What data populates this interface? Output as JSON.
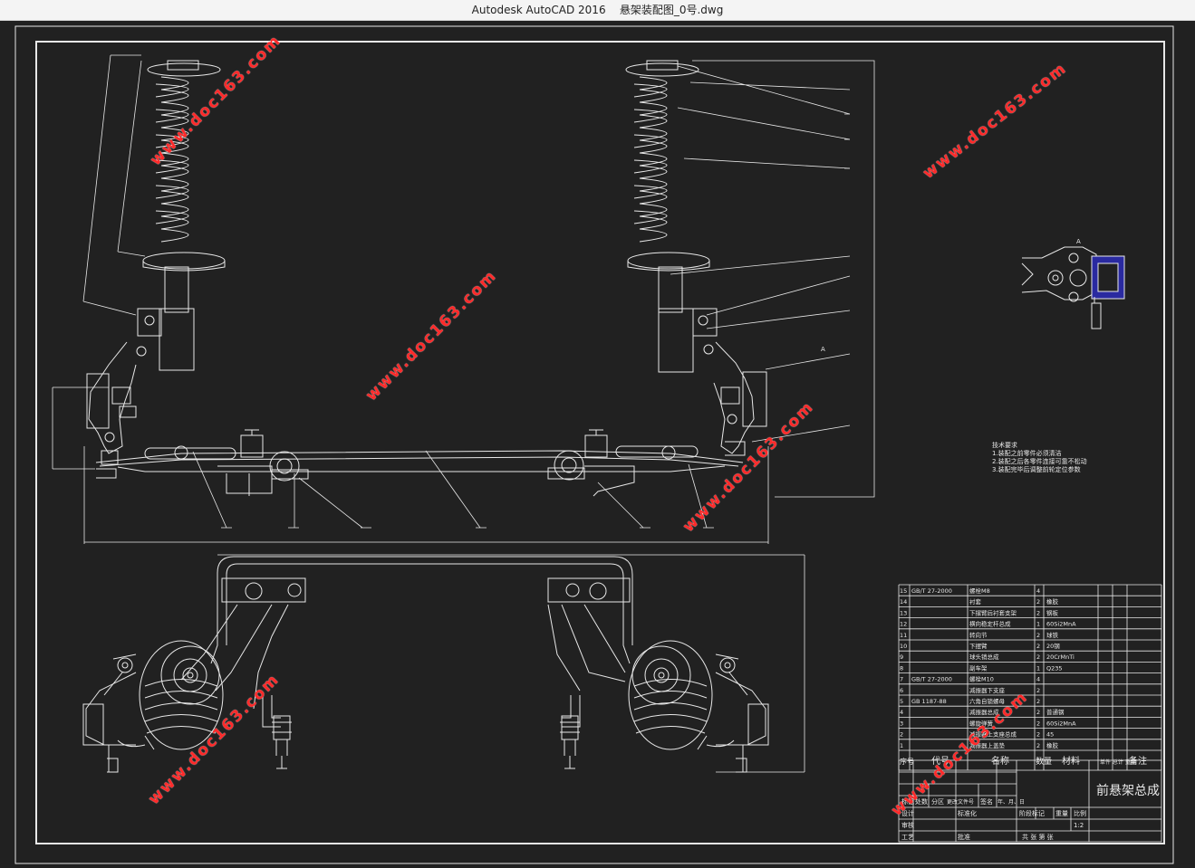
{
  "window": {
    "app": "Autodesk AutoCAD 2016",
    "file": "悬架装配图_0号.dwg"
  },
  "watermark": "www.doc163.com",
  "drawing": {
    "title": "前悬架总成",
    "scale": "1:2",
    "view_label": "A",
    "header": {
      "no": "序号",
      "code": "代号",
      "name": "名称",
      "qty": "数量",
      "material": "材料",
      "weight": "单件 总计 重量",
      "remark": "备注"
    },
    "bom": [
      {
        "no": "15",
        "code": "GB/T 27-2000",
        "name": "螺栓M8",
        "qty": "4",
        "material": ""
      },
      {
        "no": "14",
        "code": "",
        "name": "衬套",
        "qty": "2",
        "material": "橡胶"
      },
      {
        "no": "13",
        "code": "",
        "name": "下摆臂后衬套支架",
        "qty": "2",
        "material": "钢板"
      },
      {
        "no": "12",
        "code": "",
        "name": "横向稳定杆总成",
        "qty": "1",
        "material": "60Si2MnA"
      },
      {
        "no": "11",
        "code": "",
        "name": "转向节",
        "qty": "2",
        "material": "球铁"
      },
      {
        "no": "10",
        "code": "",
        "name": "下摆臂",
        "qty": "2",
        "material": "20钢"
      },
      {
        "no": "9",
        "code": "",
        "name": "球头销总成",
        "qty": "2",
        "material": "20CrMnTi"
      },
      {
        "no": "8",
        "code": "",
        "name": "副车架",
        "qty": "1",
        "material": "Q235"
      },
      {
        "no": "7",
        "code": "GB/T 27-2000",
        "name": "螺栓M10",
        "qty": "4",
        "material": ""
      },
      {
        "no": "6",
        "code": "",
        "name": "减振器下支座",
        "qty": "2",
        "material": ""
      },
      {
        "no": "5",
        "code": "GB 1187-88",
        "name": "六角自锁螺母",
        "qty": "2",
        "material": ""
      },
      {
        "no": "4",
        "code": "",
        "name": "减振器总成",
        "qty": "2",
        "material": "普通钢"
      },
      {
        "no": "3",
        "code": "",
        "name": "螺旋弹簧",
        "qty": "2",
        "material": "60Si2MnA"
      },
      {
        "no": "2",
        "code": "",
        "name": "减振器上支座总成",
        "qty": "2",
        "material": "45"
      },
      {
        "no": "1",
        "code": "",
        "name": "减振器上盖垫",
        "qty": "2",
        "material": "橡胶"
      }
    ],
    "tech_requirements": [
      "技术要求",
      "1.装配之前零件必须清洁",
      "2.装配之后各零件连接可靠不松动",
      "3.装配完毕后调整前轮定位参数"
    ],
    "title_block": {
      "mark": "标记",
      "count": "处数",
      "zone": "分区",
      "change_doc": "更改文件号",
      "signature": "签名",
      "date": "年、月、日",
      "design": "设计",
      "standard": "标准化",
      "stage_mark": "阶段标记",
      "weight": "重量",
      "ratio": "比例",
      "review": "审核",
      "process": "工艺",
      "approve": "批准",
      "sheets": "共 张 第 张"
    }
  }
}
